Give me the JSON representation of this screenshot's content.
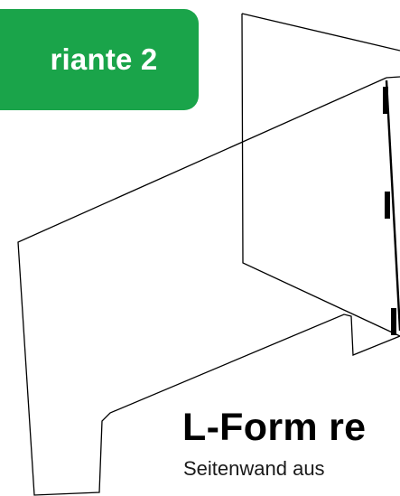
{
  "badge": {
    "label": "riante 2",
    "color": "#1aa44a"
  },
  "heading": "L-Form re",
  "subtitle": "Seitenwand aus"
}
